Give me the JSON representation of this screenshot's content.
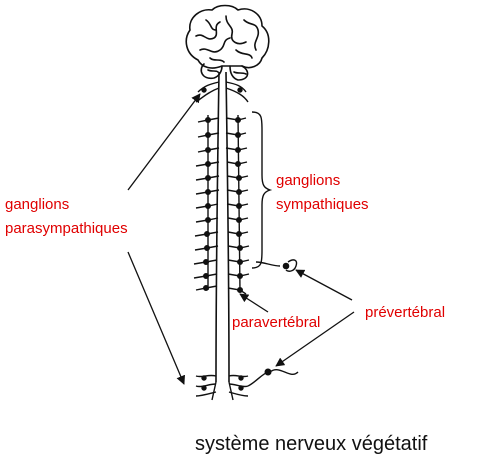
{
  "colors": {
    "label": "#e00000",
    "ink": "#111111",
    "background": "#ffffff"
  },
  "labels": {
    "ganglions_parasympathiques": [
      "ganglions",
      "parasympathiques"
    ],
    "ganglions_sympathiques": [
      "ganglions",
      "sympathiques"
    ],
    "paravertebral": "paravertébral",
    "prevertebral": "prévertébral",
    "caption": "système nerveux végétatif"
  },
  "icons": {
    "brain": "brain-icon"
  }
}
